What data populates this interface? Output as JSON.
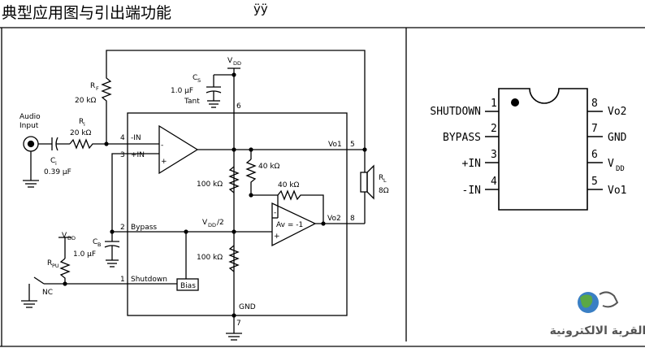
{
  "title": "典型应用图与引出端功能",
  "glyph": "ÿÿ",
  "circuit": {
    "audio_input": [
      "Audio",
      "Input"
    ],
    "rf_name": "R",
    "rf_sub": "F",
    "rf_value": "20 kΩ",
    "ri_name": "R",
    "ri_sub": "i",
    "ri_value": "20 kΩ",
    "ci_name": "C",
    "ci_sub": "i",
    "ci_value": "0.39 μF",
    "cs_name": "C",
    "cs_sub": "S",
    "cs_value": "1.0 μF",
    "cs_note": "Tant",
    "vdd": "V",
    "vdd_sub": "DD",
    "cb_name": "C",
    "cb_sub": "B",
    "cb_value": "1.0 μF",
    "rpu_name": "R",
    "rpu_sub": "PU",
    "nc": "NC",
    "pin4": "4",
    "in_minus": "-IN",
    "pin3": "3",
    "in_plus": "+IN",
    "pin2": "2",
    "bypass": "Bypass",
    "pin1": "1",
    "shutdown": "Shutdown",
    "pin6": "6",
    "pin5": "5",
    "pin8": "8",
    "pin7": "7",
    "vo1": "Vo1",
    "vo2": "Vo2",
    "vdd_half": "/2",
    "r_top": "100 kΩ",
    "r_bot": "100 kΩ",
    "r40a": "40 kΩ",
    "r40b": "40 kΩ",
    "av": "Av = -1",
    "bias": "Bias",
    "gnd": "GND",
    "rl_name": "R",
    "rl_sub": "L",
    "rl_value": "8Ω",
    "minus": "-",
    "plus": "+"
  },
  "package": {
    "left_pins": [
      {
        "num": "1",
        "label": "SHUTDOWN"
      },
      {
        "num": "2",
        "label": "BYPASS"
      },
      {
        "num": "3",
        "label": "+IN"
      },
      {
        "num": "4",
        "label": "-IN"
      }
    ],
    "right_pins": [
      {
        "num": "8",
        "label": "Vo2",
        "sub": ""
      },
      {
        "num": "7",
        "label": "GND",
        "sub": ""
      },
      {
        "num": "6",
        "label": "V",
        "sub": "DD"
      },
      {
        "num": "5",
        "label": "Vo1",
        "sub": ""
      }
    ]
  },
  "logo_text": "القرية الالكترونية"
}
